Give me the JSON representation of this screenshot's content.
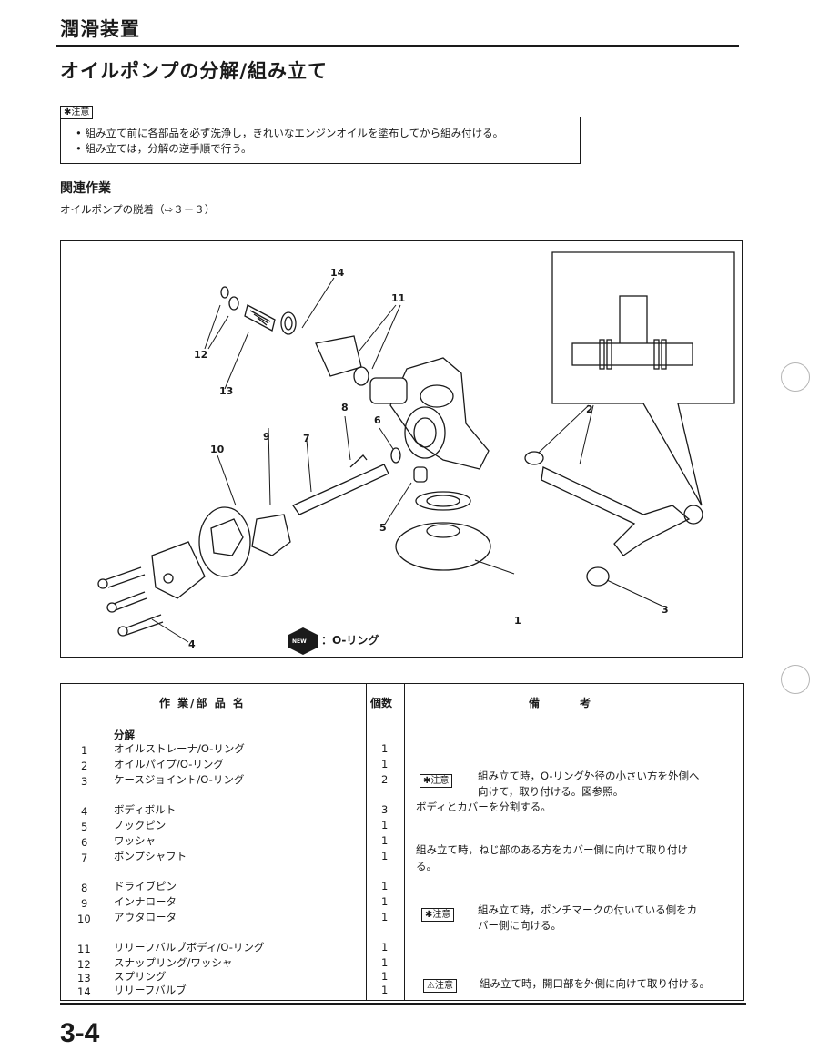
{
  "header": {
    "section_title": "潤滑装置",
    "page_title": "オイルポンプの分解/組み立て"
  },
  "notice": {
    "badge": "注意",
    "lines": [
      "• 組み立て前に各部品を必ず洗浄し，きれいなエンジンオイルを塗布してから組み付ける。",
      "• 組み立ては，分解の逆手順で行う。"
    ]
  },
  "related": {
    "heading": "関連作業",
    "item": "オイルポンプの脱着（⇨３－３）"
  },
  "diagram": {
    "callouts": [
      "1",
      "2",
      "3",
      "4",
      "5",
      "6",
      "7",
      "8",
      "9",
      "10",
      "11",
      "12",
      "13",
      "14"
    ],
    "new_badge": "NEW",
    "new_legend": "：O-リング"
  },
  "table": {
    "headers": {
      "name": "作 業/部 品 名",
      "qty": "個数",
      "remarks": "備　　　考"
    },
    "group_title": "分解",
    "rows": [
      {
        "no": "1",
        "name": "オイルストレーナ/O-リング",
        "qty": "1"
      },
      {
        "no": "2",
        "name": "オイルパイプ/O-リング",
        "qty": "1"
      },
      {
        "no": "3",
        "name": "ケースジョイント/O-リング",
        "qty": "2"
      },
      {
        "no": "4",
        "name": "ボディボルト",
        "qty": "3"
      },
      {
        "no": "5",
        "name": "ノックピン",
        "qty": "1"
      },
      {
        "no": "6",
        "name": "ワッシャ",
        "qty": "1"
      },
      {
        "no": "7",
        "name": "ポンプシャフト",
        "qty": "1"
      },
      {
        "no": "8",
        "name": "ドライブピン",
        "qty": "1"
      },
      {
        "no": "9",
        "name": "インナロータ",
        "qty": "1"
      },
      {
        "no": "10",
        "name": "アウタロータ",
        "qty": "1"
      },
      {
        "no": "11",
        "name": "リリーフバルブボディ/O-リング",
        "qty": "1"
      },
      {
        "no": "12",
        "name": "スナップリング/ワッシャ",
        "qty": "1"
      },
      {
        "no": "13",
        "name": "スプリング",
        "qty": "1"
      },
      {
        "no": "14",
        "name": "リリーフバルブ",
        "qty": "1"
      }
    ],
    "remarks": {
      "r1_badge": "注意",
      "r1_line1": "組み立て時，O-リング外径の小さい方を外側へ",
      "r1_line2": "向けて，取り付ける。図参照。",
      "r2": "ボディとカバーを分割する。",
      "r3_line1": "組み立て時，ねじ部のある方をカバー側に向けて取り付け",
      "r3_line2": "る。",
      "r4_badge": "注意",
      "r4_line1": "組み立て時，ポンチマークの付いている側をカ",
      "r4_line2": "バー側に向ける。",
      "r5_badge": "注意",
      "r5": "組み立て時，開口部を外側に向けて取り付ける。"
    }
  },
  "footer": {
    "page_number": "3-4"
  }
}
